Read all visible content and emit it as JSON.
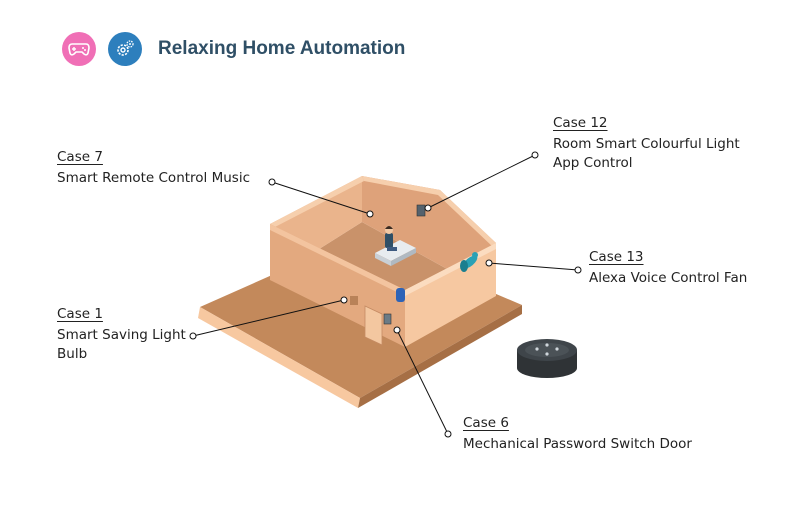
{
  "header": {
    "title": "Relaxing Home Automation",
    "colors": {
      "game_icon_bg": "#f06fb6",
      "gear_icon_bg": "#2d7fbd",
      "title": "#2f4f66"
    }
  },
  "cases": [
    {
      "id": "case7",
      "title": "Case 7",
      "description": [
        "Smart Remote Control Music"
      ]
    },
    {
      "id": "case12",
      "title": "Case 12",
      "description": [
        "Room Smart Colourful Light",
        "App Control"
      ]
    },
    {
      "id": "case13",
      "title": "Case 13",
      "description": [
        "Alexa Voice Control Fan"
      ]
    },
    {
      "id": "case1",
      "title": "Case 1",
      "description": [
        "Smart Saving Light",
        "Bulb"
      ]
    },
    {
      "id": "case6",
      "title": "Case 6",
      "description": [
        "Mechanical Password Switch Door"
      ]
    }
  ],
  "icons": [
    "gamepad-icon",
    "gear-icon",
    "smart-speaker-icon",
    "fan-icon",
    "person-on-sofa-icon"
  ]
}
